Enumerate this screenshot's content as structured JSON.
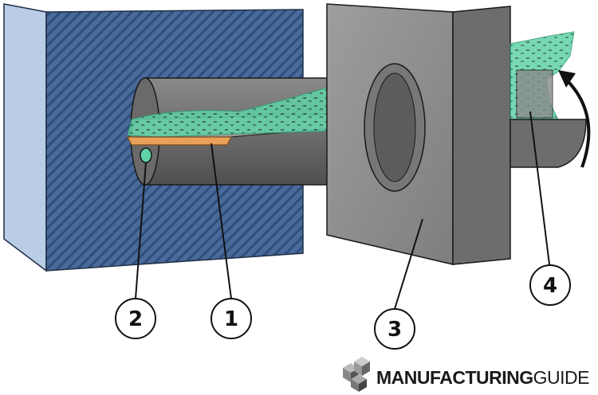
{
  "diagram": {
    "callouts": [
      {
        "id": "1",
        "label": "1"
      },
      {
        "id": "2",
        "label": "2"
      },
      {
        "id": "3",
        "label": "3"
      },
      {
        "id": "4",
        "label": "4"
      }
    ]
  },
  "logo": {
    "bold": "MANUFACTURING",
    "light": "GUIDE"
  },
  "colors": {
    "hatch_block": "#4a6a9a",
    "hatch_block_side": "#b9cde6",
    "steel_face": "#8c8c8c",
    "steel_side": "#6d6d6d",
    "bar": "#707070",
    "chips": "#4fcf9c",
    "tool_tip": "#e9a15a"
  }
}
